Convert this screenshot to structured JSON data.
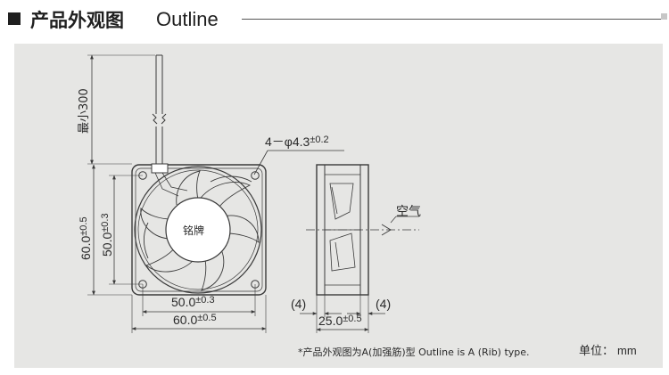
{
  "header": {
    "title_cn": "产品外观图",
    "title_en": "Outline"
  },
  "front_view": {
    "hole_callout_main": "4－φ4.3",
    "hole_callout_tol": "±0.2",
    "nameplate": "铭牌",
    "lead_length": "最小300",
    "height_outer_main": "60.0",
    "height_outer_tol": "±0.5",
    "height_pitch_main": "50.0",
    "height_pitch_tol": "±0.3",
    "width_pitch_main": "50.0",
    "width_pitch_tol": "±0.3",
    "width_outer_main": "60.0",
    "width_outer_tol": "±0.5"
  },
  "side_view": {
    "airflow_label": "空气",
    "flange_left": "(4)",
    "flange_right": "(4)",
    "depth_main": "25.0",
    "depth_tol": "±0.5"
  },
  "footer": {
    "note": "*产品外观图为A(加强筋)型  Outline is A (Rib) type.",
    "unit_label": "单位：",
    "unit_value": "mm"
  },
  "colors": {
    "panel_bg": "#e6e6e4",
    "line": "#3a3a3a",
    "rule": "#555555"
  }
}
